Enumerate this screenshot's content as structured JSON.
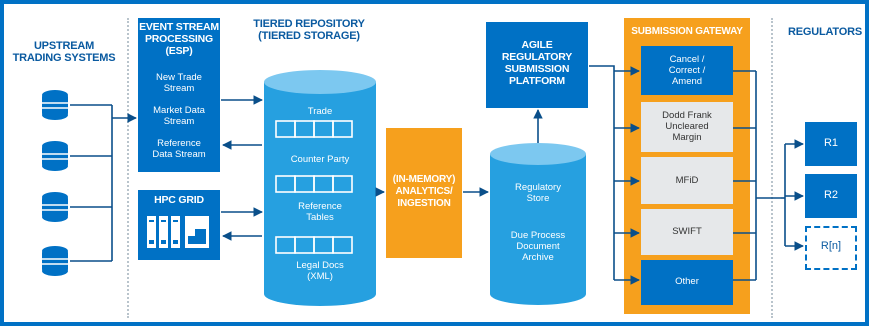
{
  "headers": {
    "upstream": "UPSTREAM\nTRADING SYSTEMS",
    "esp": "EVENT STREAM\nPROCESSING\n(ESP)",
    "repository": "TIERED REPOSITORY\n(TIERED STORAGE)",
    "gateway": "SUBMISSION GATEWAY",
    "regulators": "REGULATORS"
  },
  "esp_streams": [
    "New Trade\nStream",
    "Market Data\nStream",
    "Reference\nData Stream"
  ],
  "hpc_label": "HPC GRID",
  "repository_items": [
    "Trade",
    "Counter Party",
    "Reference\nTables",
    "Legal Docs\n(XML)"
  ],
  "analytics_label": "(IN-MEMORY)\nANALYTICS/\nINGESTION",
  "platform_label": "AGILE\nREGULATORY\nSUBMISSION\nPLATFORM",
  "store_items": [
    "Regulatory\nStore",
    "Due Process\nDocument\nArchive"
  ],
  "gateway_items": [
    "Cancel /\nCorrect /\nAmend",
    "Dodd Frank\nUncleared\nMargin",
    "MFiD",
    "SWIFT",
    "Other"
  ],
  "regulators": [
    "R1",
    "R2",
    "R[n]"
  ],
  "colors": {
    "blue": "#0071c5",
    "light_blue": "#26a0e0",
    "orange": "#f6a01d",
    "gray_box": "#e6e8ea",
    "header": "#0a5aa0"
  }
}
